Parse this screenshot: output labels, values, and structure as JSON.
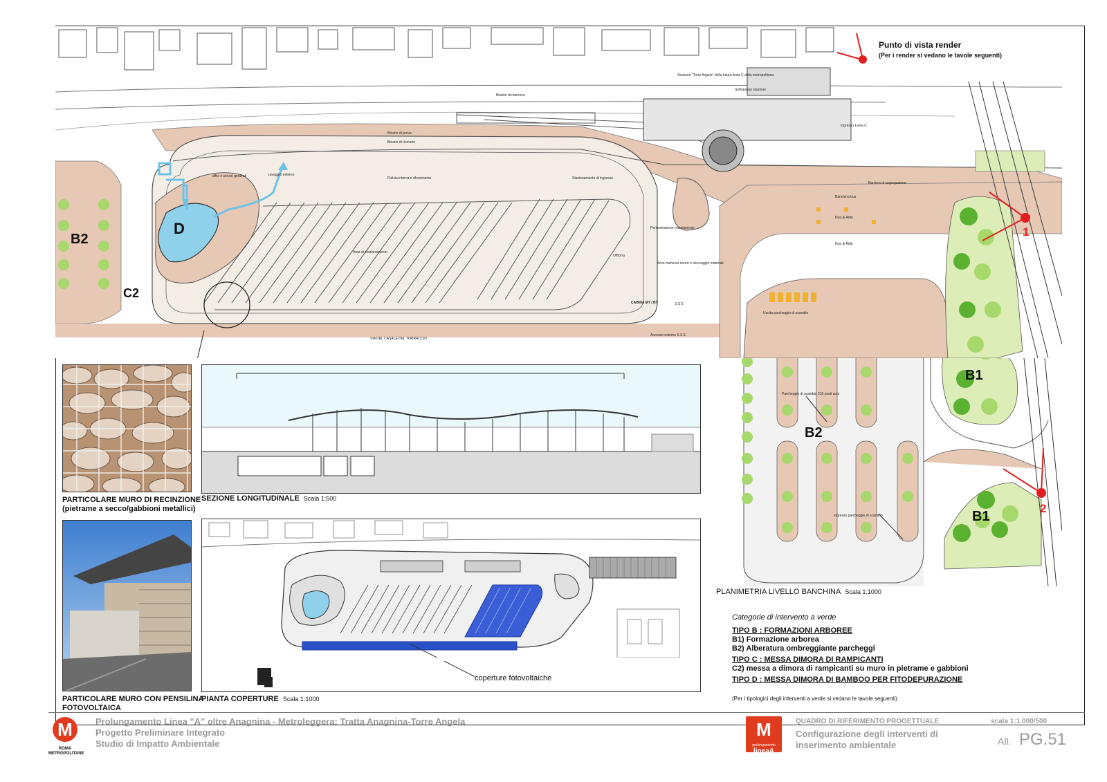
{
  "legend_viewpoint": {
    "title": "Punto di vista render",
    "note": "(Per i render si vedano le tavole seguenti)"
  },
  "plan_labels": {
    "D": "D",
    "B2_left": "B2",
    "C2": "C2",
    "B1_top": "B1",
    "B1_bottom": "B1",
    "B2_parking": "B2",
    "view1": "1",
    "view2": "2"
  },
  "tiny_labels": [
    "Stazione \"Torre Angela\" della futura linea C della metropolitana",
    "Sottopasso stazione",
    "Binario di manovra",
    "Binario di prova",
    "Binario di ricovero",
    "Uffici e servizi generali",
    "Lavaggio esterno",
    "Pulizia interna e rifornimento",
    "Stazionamento di ingresso",
    "Area di stazionamento",
    "Perimetrazione marciamento",
    "Officina",
    "Area manovra mezzi e stoccaggio materiali",
    "CABINA MT / BT",
    "S S E",
    "Accesso esterno S S E",
    "VIA DEL CASALE DEL TORRACCIO",
    "Banchina bus",
    "Kiss & Ride",
    "Kiss & Ride",
    "Barriera di segregazione",
    "Ingresso Linea C",
    "Parcheggio di scambio 216 posti auto",
    "Uscita parcheggio di scambio",
    "Ingresso parcheggio di scambio"
  ],
  "captions": {
    "wall": "PARTICOLARE MURO DI RECINZIONE",
    "wall_sub": "(pietrame a secco/gabbioni metallici)",
    "section": "SEZIONE LONGITUDINALE",
    "section_scale": "Scala 1:500",
    "pv_wall": "PARTICOLARE MURO CON PENSILINA",
    "pv_wall_sub": "FOTOVOLTAICA",
    "roof": "PIANTA COPERTURE",
    "roof_scale": "Scala 1:1000",
    "pv_label": "coperture fotovoltaiche",
    "plan": "PLANIMETRIA LIVELLO BANCHINA",
    "plan_scale": "Scala 1:1000"
  },
  "legend": {
    "title": "Categorie di intervento a verde",
    "typeB": "TIPO B : FORMAZIONI ARBOREE",
    "b1": "B1) Formazione arborea",
    "b2": "B2) Alberatura ombreggiante parcheggi",
    "typeC": "TIPO C : MESSA DIMORA DI RAMPICANTI",
    "c2": "C2)  messa a dimora di rampicanti su muro in pietrame e gabbioni",
    "typeD": "TIPO D : MESSA DIMORA DI BAMBOO PER FITODEPURAZIONE",
    "note": "(Per i tipologici degli interventi a verde si vedano le tavole seguenti)"
  },
  "footer": {
    "line1": "Prolungamento Linea \"A\" oltre Anagnina - Metroleggera: Tratta Anagnina-Torre Angela",
    "line2": "Progetto Preliminare Integrato",
    "line3": "Studio di Impatto Ambientale",
    "logo_left_text": "ROMA METROPOLITANE",
    "logo_right_text1": "prolungamento",
    "logo_right_text2": "lineaA",
    "ref_title": "QUADRO DI RIFERIMENTO PROGETTUALE",
    "config1": "Configurazione degli interventi di",
    "config2": "inserimento ambientale",
    "scale": "scala 1:1.000/500",
    "all": "All.",
    "pg": "PG.51"
  },
  "colors": {
    "pavement": "#e6c8b4",
    "water": "#8fd0ea",
    "pipe": "#6cc3e8",
    "tree_light": "#a6d86b",
    "tree_dark": "#5ab230",
    "grass": "#dcedb8",
    "accent_red": "#e02020",
    "pv_blue": "#2a50c8",
    "brand": "#e03b1e"
  }
}
